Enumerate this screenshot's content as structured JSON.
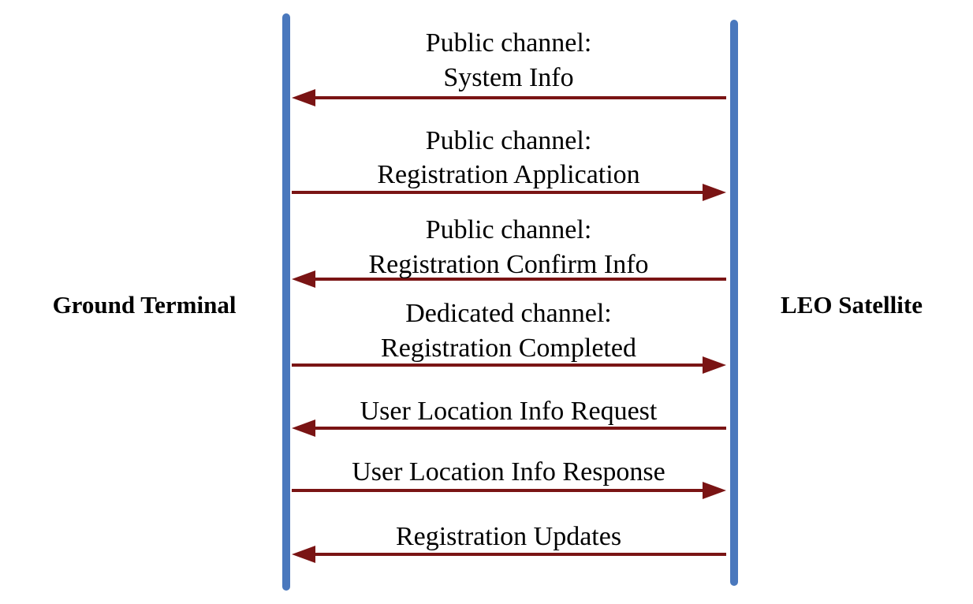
{
  "actors": {
    "left": "Ground Terminal",
    "right": "LEO Satellite"
  },
  "colors": {
    "lifeline": "#4a78bd",
    "arrow": "#7a1414",
    "text": "#000000"
  },
  "messages": [
    {
      "direction": "to-left",
      "lines": [
        "Public channel:",
        "System Info"
      ]
    },
    {
      "direction": "to-right",
      "lines": [
        "Public channel:",
        "Registration Application"
      ]
    },
    {
      "direction": "to-left",
      "lines": [
        "Public channel:",
        "Registration Confirm Info"
      ]
    },
    {
      "direction": "to-right",
      "lines": [
        "Dedicated channel:",
        "Registration Completed"
      ]
    },
    {
      "direction": "to-left",
      "lines": [
        "User Location Info Request"
      ]
    },
    {
      "direction": "to-right",
      "lines": [
        "User Location Info Response"
      ]
    },
    {
      "direction": "to-left",
      "lines": [
        "Registration Updates"
      ]
    }
  ]
}
